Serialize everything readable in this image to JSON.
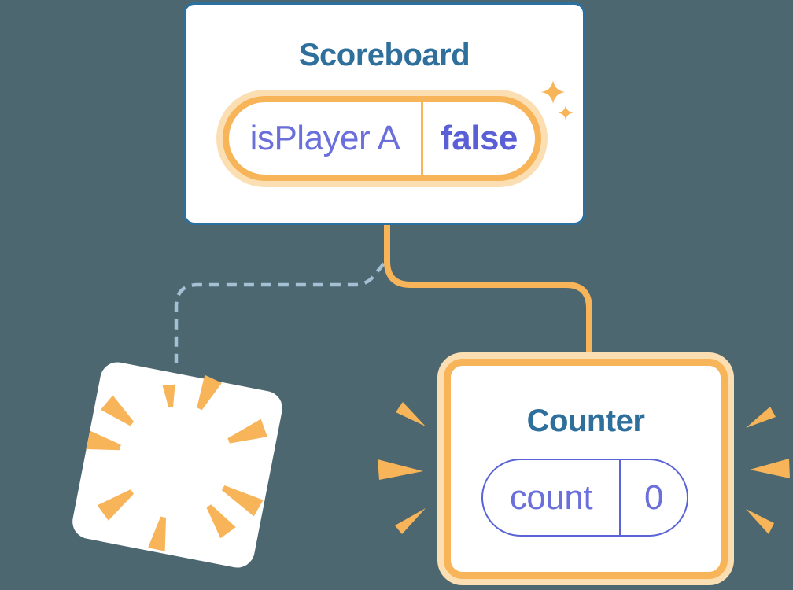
{
  "palette": {
    "background": "#4D6770",
    "card_bg": "#FFFFFF",
    "card_border": "#2C709F",
    "title_text": "#2F6F9C",
    "state_text": "#6A6FDB",
    "state_value_text": "#5A5FD6",
    "counter_pill_border": "#5B64D6",
    "orange": "#F7B458",
    "orange_glow": "#FBDFB2",
    "dash_line": "#A4C0D5"
  },
  "scoreboard": {
    "title": "Scoreboard",
    "state": {
      "key": "isPlayer A",
      "value": "false"
    }
  },
  "counter": {
    "title": "Counter",
    "state": {
      "key": "count",
      "value": "0"
    }
  }
}
